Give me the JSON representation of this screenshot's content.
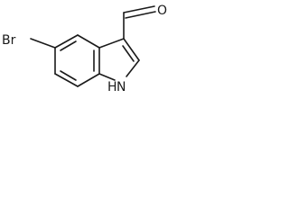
{
  "molecule": {
    "atoms": {
      "bromine": "Br",
      "oxygen": "O",
      "nitrogen": "N",
      "hydrogen": "H"
    }
  }
}
